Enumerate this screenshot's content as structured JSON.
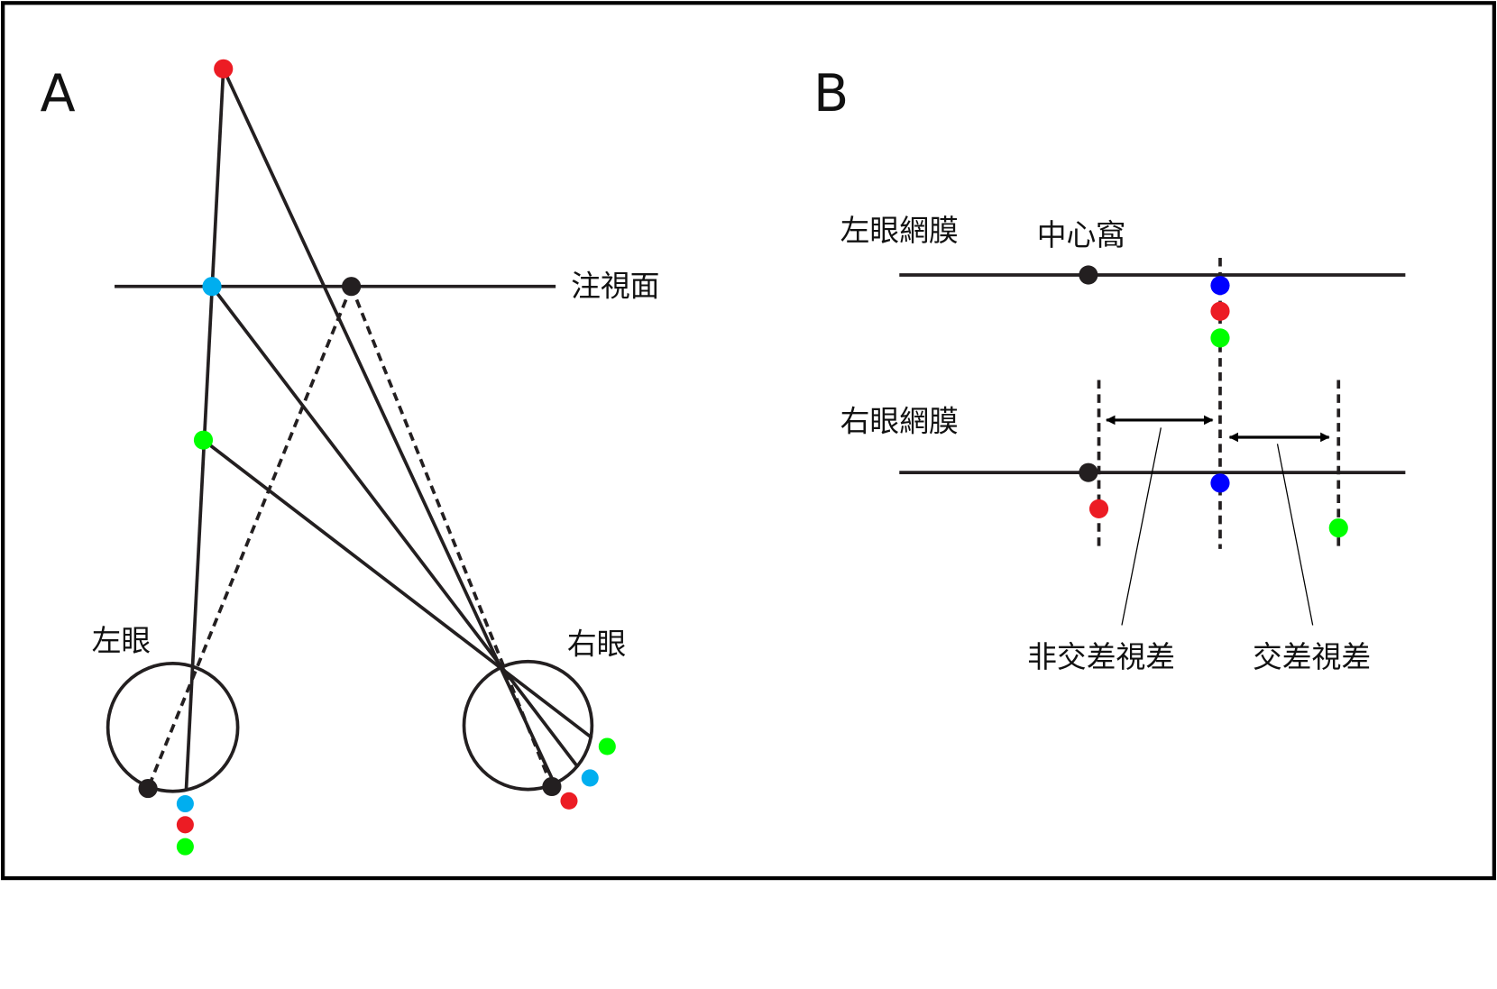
{
  "panel_a": {
    "label": "A",
    "fixation_plane": "注視面",
    "left_eye": "左眼",
    "right_eye": "右眼"
  },
  "panel_b": {
    "label": "B",
    "left_retina": "左眼網膜",
    "fovea": "中心窩",
    "right_retina": "右眼網膜",
    "uncrossed_disparity": "非交差視差",
    "crossed_disparity": "交差視差"
  },
  "colors": {
    "red": "#ec1c24",
    "cyan": "#00aeef",
    "green": "#00ff00",
    "blue": "#0000ff",
    "black": "#231f20"
  }
}
